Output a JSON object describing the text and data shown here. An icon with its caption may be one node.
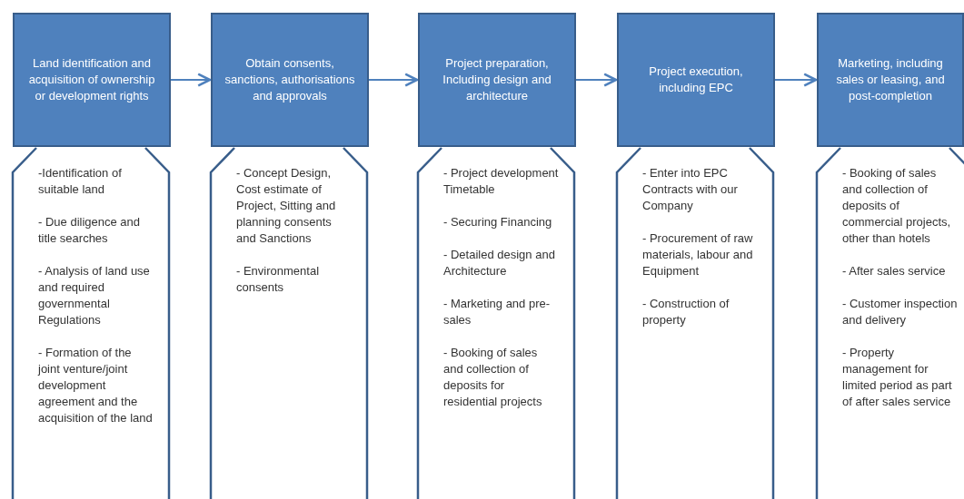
{
  "diagram": {
    "nodes": [
      {
        "text": [
          "Land identification and acquisition of ownership or development  rights"
        ]
      },
      {
        "text": [
          "Obtain consents, sanctions, authorisations and approvals"
        ]
      },
      {
        "text": [
          "Project preparation, Including design and architecture"
        ]
      },
      {
        "text": [
          "Project execution, including EPC"
        ]
      },
      {
        "text": [
          "Marketing, including sales or leasing, and post-completion"
        ]
      },
      {
        "text": [
          "-Identification of suitable land",
          "- Due diligence and title searches",
          "- Analysis of land use and required governmental Regulations",
          "- Formation of the joint venture/joint development agreement and the acquisition of the land"
        ]
      },
      {
        "text": [
          "- Concept Design, Cost estimate of Project, Sitting and planning consents and Sanctions",
          "- Environmental consents"
        ]
      },
      {
        "text": [
          "- Project development Timetable",
          "- Securing Financing",
          "- Detailed design and Architecture",
          "- Marketing and pre-sales",
          "- Booking of sales and collection of deposits for residential projects"
        ]
      },
      {
        "text": [
          "- Enter into EPC Contracts with our Company",
          "- Procurement of raw materials, labour and Equipment",
          "- Construction of property"
        ]
      },
      {
        "text": [
          "- Booking of sales and collection of deposits of commercial projects, other than hotels",
          "- After sales service",
          "- Customer inspection and delivery",
          "- Property management for limited period as part of after sales service"
        ]
      }
    ],
    "edges": [
      {
        "from": 0,
        "to": 1,
        "arrow": "to"
      },
      {
        "from": 1,
        "to": 2,
        "arrow": "to"
      },
      {
        "from": 2,
        "to": 3,
        "arrow": "to"
      },
      {
        "from": 3,
        "to": 4,
        "arrow": "to"
      }
    ]
  }
}
